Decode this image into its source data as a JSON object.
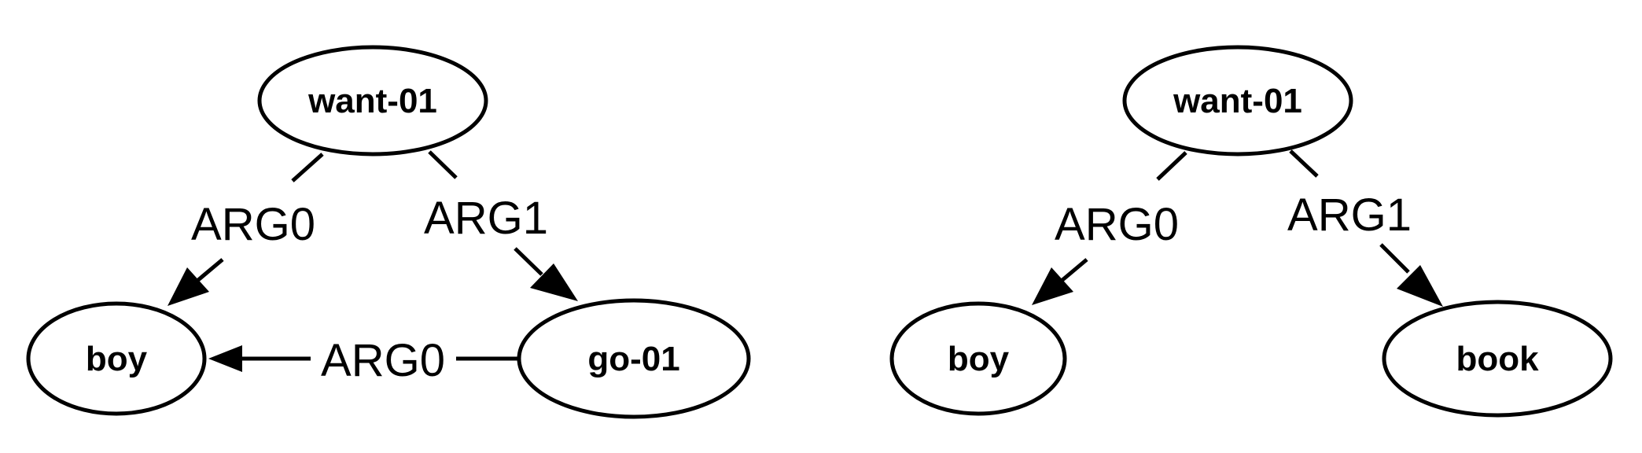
{
  "graphs": [
    {
      "nodes": [
        {
          "id": "want",
          "label": "want-01"
        },
        {
          "id": "boy",
          "label": "boy"
        },
        {
          "id": "go",
          "label": "go-01"
        }
      ],
      "edges": [
        {
          "from": "want",
          "to": "boy",
          "label": "ARG0"
        },
        {
          "from": "want",
          "to": "go",
          "label": "ARG1"
        },
        {
          "from": "go",
          "to": "boy",
          "label": "ARG0"
        }
      ]
    },
    {
      "nodes": [
        {
          "id": "want",
          "label": "want-01"
        },
        {
          "id": "boy",
          "label": "boy"
        },
        {
          "id": "book",
          "label": "book"
        }
      ],
      "edges": [
        {
          "from": "want",
          "to": "boy",
          "label": "ARG0"
        },
        {
          "from": "want",
          "to": "book",
          "label": "ARG1"
        }
      ]
    }
  ]
}
